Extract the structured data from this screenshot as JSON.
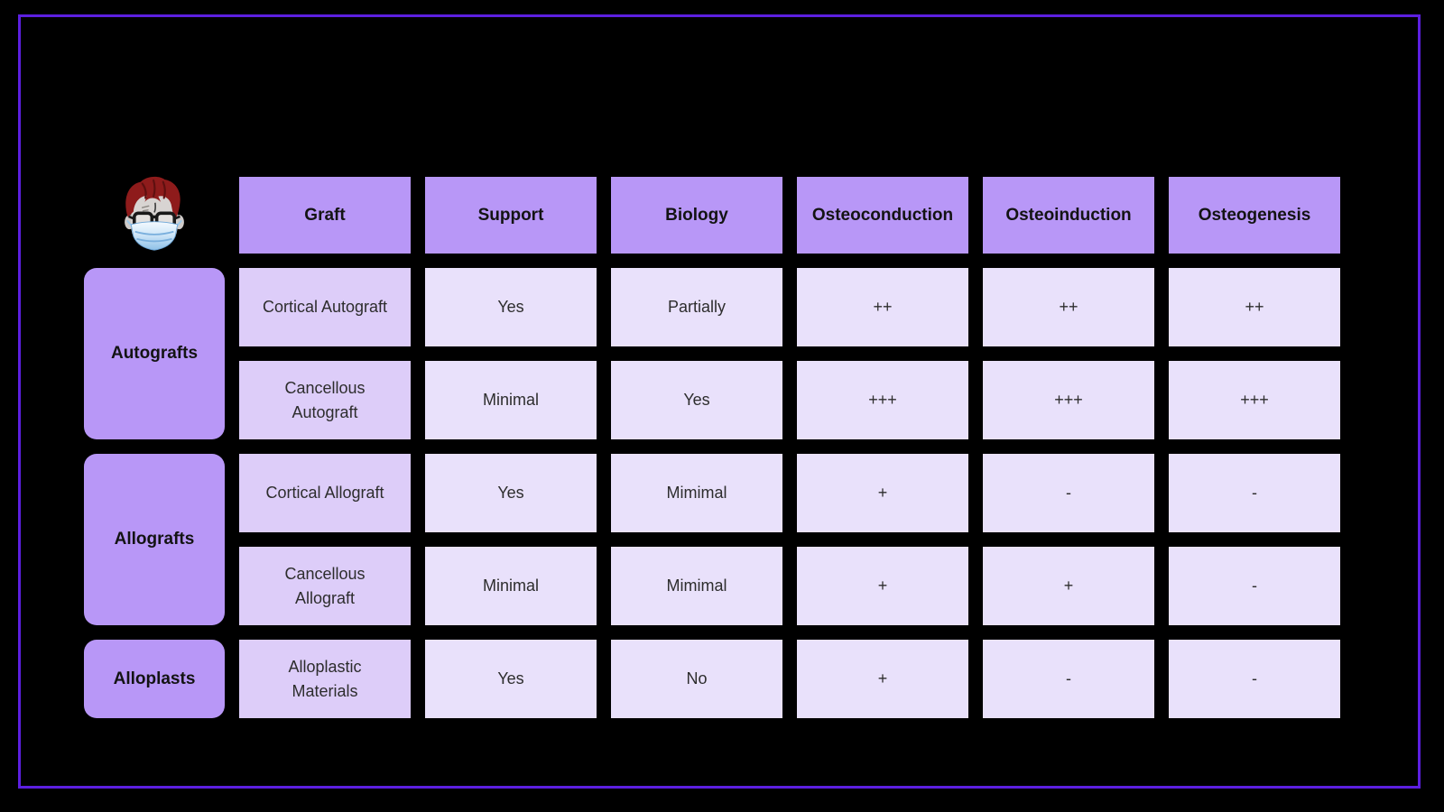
{
  "page": {
    "background": "#000000",
    "border_color": "#5c1fe0"
  },
  "colors": {
    "header_purple": "#b897f7",
    "group_purple": "#b897f7",
    "graft_column_lilac": "#ddcdf9",
    "data_lavender": "#e9e1fb",
    "header_text": "#131313",
    "data_text": "#2d2d2d"
  },
  "avatar": {
    "description": "doctor face with red hair, glasses and surgical mask"
  },
  "table": {
    "columns": [
      "Graft",
      "Support",
      "Biology",
      "Osteoconduction",
      "Osteoinduction",
      "Osteogenesis"
    ],
    "groups": [
      {
        "label": "Autografts",
        "rows": [
          {
            "graft": "Cortical Autograft",
            "support": "Yes",
            "biology": "Partially",
            "osteoconduction": "++",
            "osteoinduction": "++",
            "osteogenesis": "++"
          },
          {
            "graft": "Cancellous Autograft",
            "support": "Minimal",
            "biology": "Yes",
            "osteoconduction": "+++",
            "osteoinduction": "+++",
            "osteogenesis": "+++"
          }
        ]
      },
      {
        "label": "Allografts",
        "rows": [
          {
            "graft": "Cortical Allograft",
            "support": "Yes",
            "biology": "Mimimal",
            "osteoconduction": "+",
            "osteoinduction": "-",
            "osteogenesis": "-"
          },
          {
            "graft": "Cancellous Allograft",
            "support": "Minimal",
            "biology": "Mimimal",
            "osteoconduction": "+",
            "osteoinduction": "+",
            "osteogenesis": "-"
          }
        ]
      },
      {
        "label": "Alloplasts",
        "rows": [
          {
            "graft": "Alloplastic Materials",
            "support": "Yes",
            "biology": "No",
            "osteoconduction": "+",
            "osteoinduction": "-",
            "osteogenesis": "-"
          }
        ]
      }
    ]
  }
}
